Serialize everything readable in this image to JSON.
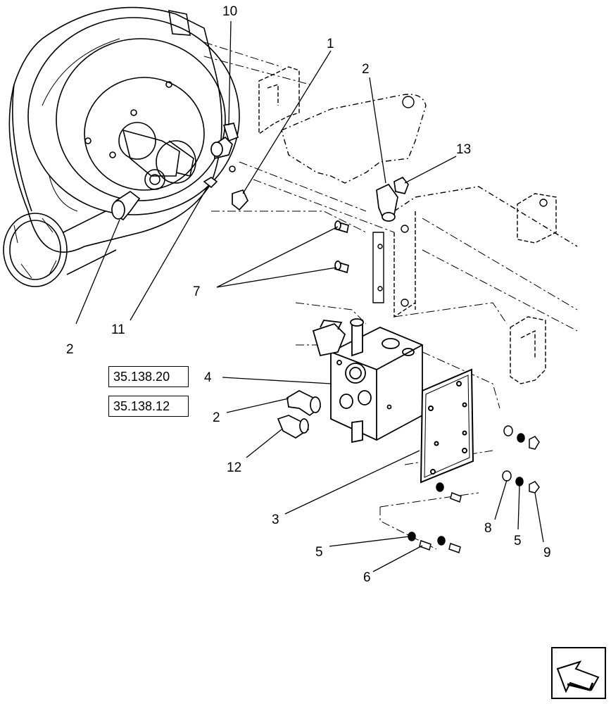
{
  "callouts": [
    {
      "id": "c10",
      "text": "10"
    },
    {
      "id": "c1",
      "text": "1"
    },
    {
      "id": "c2a",
      "text": "2"
    },
    {
      "id": "c13",
      "text": "13"
    },
    {
      "id": "c7",
      "text": "7"
    },
    {
      "id": "c2b",
      "text": "2"
    },
    {
      "id": "c11",
      "text": "11"
    },
    {
      "id": "c4",
      "text": "4"
    },
    {
      "id": "c2c",
      "text": "2"
    },
    {
      "id": "c12",
      "text": "12"
    },
    {
      "id": "c3",
      "text": "3"
    },
    {
      "id": "c8",
      "text": "8"
    },
    {
      "id": "c5a",
      "text": "5"
    },
    {
      "id": "c9",
      "text": "9"
    },
    {
      "id": "c5b",
      "text": "5"
    },
    {
      "id": "c6",
      "text": "6"
    }
  ],
  "reference_boxes": [
    {
      "text": "35.138.20"
    },
    {
      "text": "35.138.12"
    }
  ],
  "nav_arrow_icon": "previous-page-arrow-icon"
}
